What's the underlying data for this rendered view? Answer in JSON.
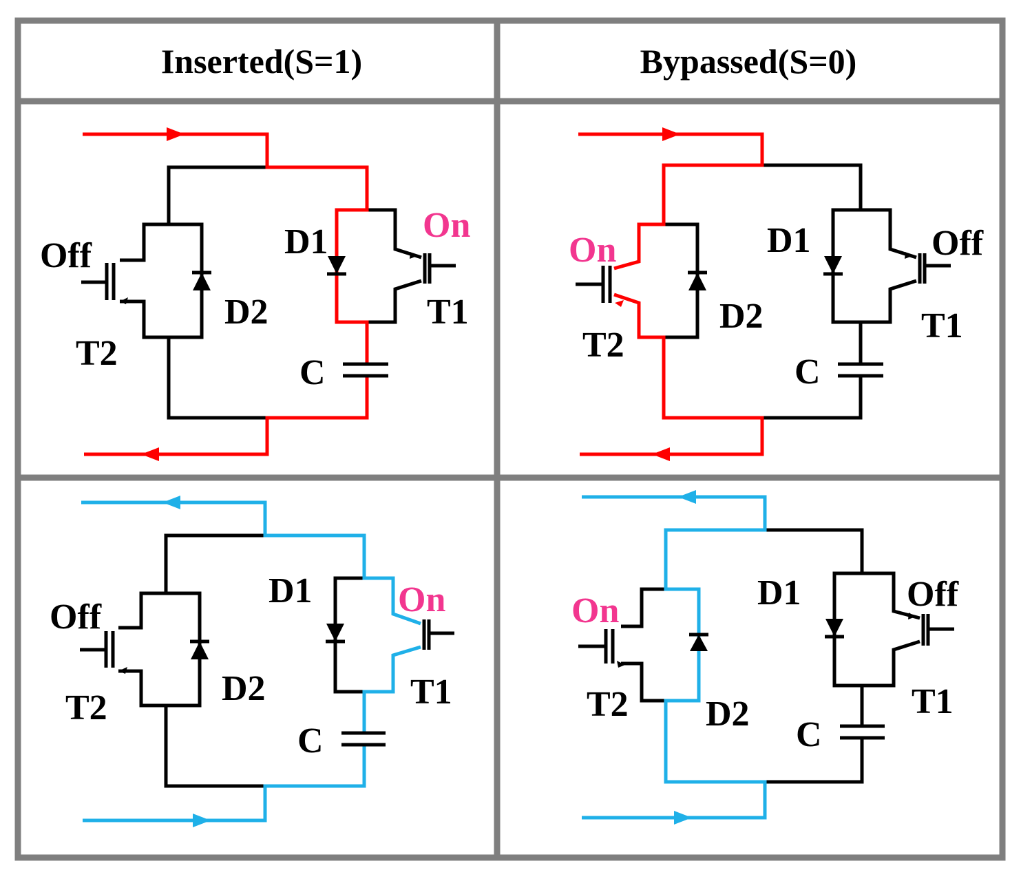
{
  "headers": {
    "inserted": "Inserted(S=1)",
    "bypassed": "Bypassed(S=0)"
  },
  "colors": {
    "grid": "#7f7f7f",
    "wire": "#000000",
    "positive_current": "#ff0000",
    "negative_current": "#1fb0e8",
    "on_label": "#f2368f"
  },
  "panels": {
    "inserted_positive": {
      "t2_state": "Off",
      "t1_state": "On",
      "t2": "T2",
      "t1": "T1",
      "d1": "D1",
      "d2": "D2",
      "c": "C"
    },
    "bypassed_positive": {
      "t2_state": "On",
      "t1_state": "Off",
      "t2": "T2",
      "t1": "T1",
      "d1": "D1",
      "d2": "D2",
      "c": "C"
    },
    "inserted_negative": {
      "t2_state": "Off",
      "t1_state": "On",
      "t2": "T2",
      "t1": "T1",
      "d1": "D1",
      "d2": "D2",
      "c": "C"
    },
    "bypassed_negative": {
      "t2_state": "On",
      "t1_state": "Off",
      "t2": "T2",
      "t1": "T1",
      "d1": "D1",
      "d2": "D2",
      "c": "C"
    }
  }
}
